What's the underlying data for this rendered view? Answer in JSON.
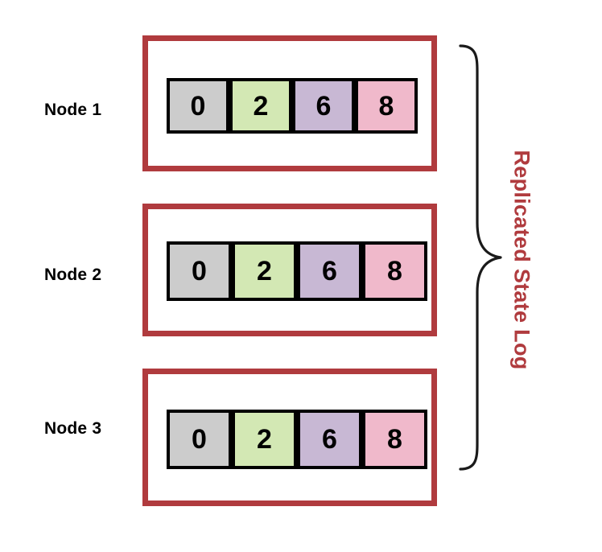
{
  "diagram": {
    "title": "Replicated State Log",
    "accent_color": "#b03b3e",
    "background_color": "#ffffff",
    "cell_border_color": "#000000",
    "brace": {
      "name": "right-curly-brace",
      "label": "Replicated State Log",
      "label_color": "#b03b3e",
      "orientation": "vertical-right",
      "spans_nodes": [
        "Node 1",
        "Node 2",
        "Node 3"
      ]
    },
    "log_entry_colors": {
      "0": "#cccccc",
      "2": "#d3e8b4",
      "6": "#c8b8d4",
      "8": "#f0b9cb"
    },
    "nodes": [
      {
        "label": "Node 1",
        "entries": [
          {
            "value": "0",
            "color": "#cccccc"
          },
          {
            "value": "2",
            "color": "#d3e8b4"
          },
          {
            "value": "6",
            "color": "#c8b8d4"
          },
          {
            "value": "8",
            "color": "#f0b9cb"
          }
        ]
      },
      {
        "label": "Node 2",
        "entries": [
          {
            "value": "0",
            "color": "#cccccc"
          },
          {
            "value": "2",
            "color": "#d3e8b4"
          },
          {
            "value": "6",
            "color": "#c8b8d4"
          },
          {
            "value": "8",
            "color": "#f0b9cb"
          }
        ]
      },
      {
        "label": "Node 3",
        "entries": [
          {
            "value": "0",
            "color": "#cccccc"
          },
          {
            "value": "2",
            "color": "#d3e8b4"
          },
          {
            "value": "6",
            "color": "#c8b8d4"
          },
          {
            "value": "8",
            "color": "#f0b9cb"
          }
        ]
      }
    ]
  }
}
